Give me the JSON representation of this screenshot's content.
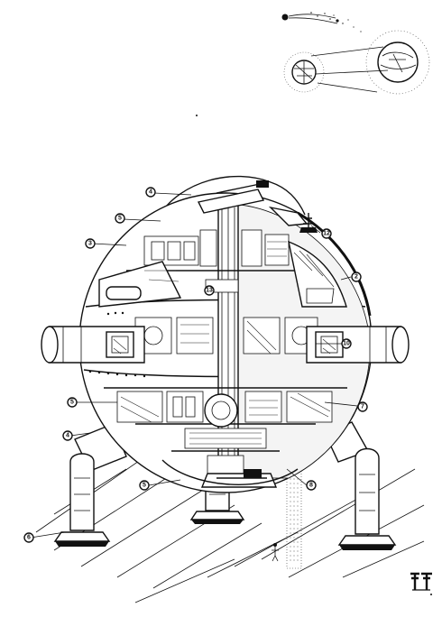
{
  "colors": {
    "ink": "#111111",
    "paper": "#ffffff"
  },
  "callouts": [
    {
      "id": "c1",
      "label": "4"
    },
    {
      "id": "c2",
      "label": "5"
    },
    {
      "id": "c3",
      "label": "3"
    },
    {
      "id": "c4",
      "label": "12"
    },
    {
      "id": "c5",
      "label": "2"
    },
    {
      "id": "c6",
      "label": "13"
    },
    {
      "id": "c7",
      "label": "10"
    },
    {
      "id": "c8",
      "label": "7"
    },
    {
      "id": "c9",
      "label": "5"
    },
    {
      "id": "c10",
      "label": "4"
    },
    {
      "id": "c11",
      "label": "8"
    },
    {
      "id": "c12",
      "label": "5"
    },
    {
      "id": "c13",
      "label": "6"
    }
  ],
  "inset": {
    "icons": [
      "comet-icon",
      "planet-icon",
      "moon-icon"
    ]
  },
  "monogram": "artist-monogram"
}
